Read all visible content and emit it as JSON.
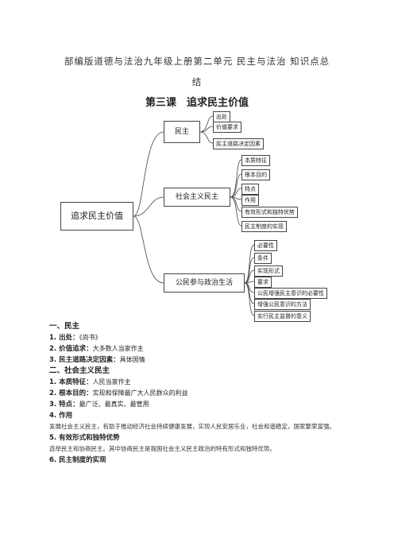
{
  "doc": {
    "title_line1": "部编版道德与法治九年级上册第二单元 民主与法治 知识点总",
    "title_line2": "结",
    "lesson_title": "第三课　追求民主价值"
  },
  "mindmap": {
    "root": "追求民主价值",
    "branches": [
      {
        "label": "民主",
        "leaves": [
          "出处",
          "价值要求",
          "民主道路决定因素"
        ]
      },
      {
        "label": "社会主义民主",
        "leaves": [
          "本质特征",
          "根本目的",
          "特点",
          "作用",
          "有效形式和独特优势",
          "民主制度的实现"
        ]
      },
      {
        "label": "公民参与政治生活",
        "leaves": [
          "必要性",
          "条件",
          "实现形式",
          "要求",
          "公民增强民主意识的必要性",
          "增强公民意识的方法",
          "实行民主监督的意义"
        ]
      }
    ]
  },
  "notes": {
    "s1": "一、民主",
    "s1_i1_label": "1. 出处：",
    "s1_i1_value": "《尚书》",
    "s1_i2_label": "2. 价值追求：",
    "s1_i2_value": "大多数人当家作主",
    "s1_i3_label": "3. 民主道路决定因素：",
    "s1_i3_value": "具体国情",
    "s2": "二、社会主义民主",
    "s2_i1_label": "1. 本质特征：",
    "s2_i1_value": "人民当家作主",
    "s2_i2_label": "2. 根本目的：",
    "s2_i2_value": "实现和保障最广大人民群众的利益",
    "s2_i3_label": "3. 特点：",
    "s2_i3_value": "最广泛、最真实、最管用",
    "s2_i4_label": "4. 作用",
    "s2_i4_text": "发展社会主义民主，有助于推动经济社会持续健康发展，实现人民安居乐业，社会和谐稳定，国家繁荣富强。",
    "s2_i5_label": "5. 有效形式和独特优势",
    "s2_i5_text": "选举民主和协商民主。其中协商民主是我国社会主义民主政治的特有形式和独特优势。",
    "s2_i6_label": "6. 民主制度的实现"
  }
}
